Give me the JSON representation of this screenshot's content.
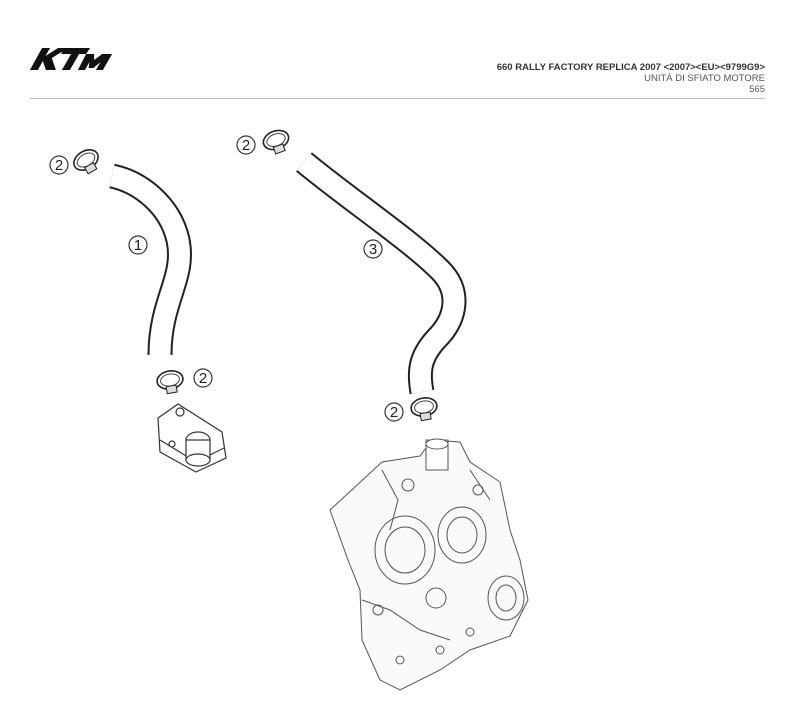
{
  "brand": {
    "logo_text": "KTM",
    "logo_color": "#111111"
  },
  "header": {
    "model_line": "660 RALLY FACTORY REPLICA 2007 <2007><EU><9799G9>",
    "section_title": "UNITÀ DI SFIATO MOTORE",
    "page_number": "565"
  },
  "diagram": {
    "callouts": [
      {
        "id": "c1",
        "label": "1",
        "part": "hose"
      },
      {
        "id": "c2a",
        "label": "2",
        "part": "clamp"
      },
      {
        "id": "c2b",
        "label": "2",
        "part": "clamp"
      },
      {
        "id": "c2c",
        "label": "2",
        "part": "clamp"
      },
      {
        "id": "c2d",
        "label": "2",
        "part": "clamp"
      },
      {
        "id": "c3",
        "label": "3",
        "part": "hose"
      }
    ]
  }
}
